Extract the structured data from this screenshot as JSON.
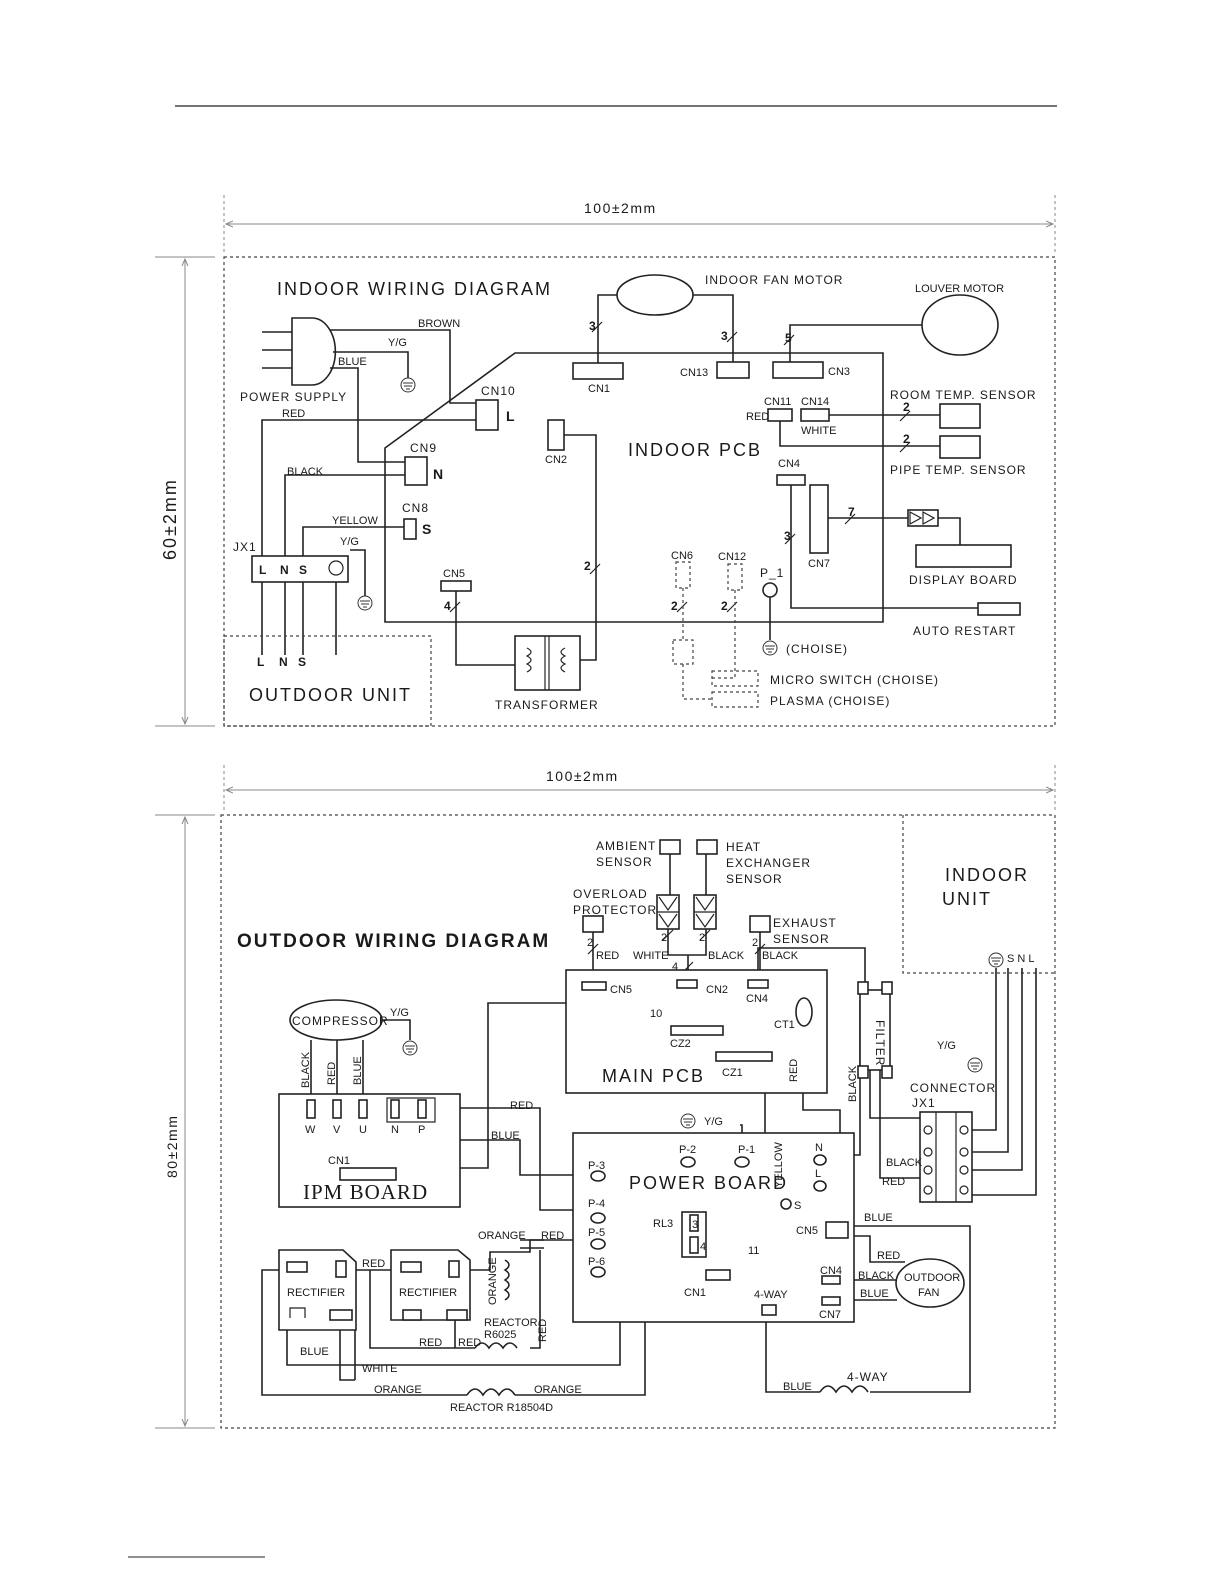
{
  "indoor": {
    "dim_width": "100±2mm",
    "dim_height": "60±2mm",
    "title": "INDOOR WIRING DIAGRAM",
    "fan_motor": "INDOOR FAN MOTOR",
    "louver_motor": "LOUVER MOTOR",
    "power_supply": "POWER SUPPLY",
    "pcb": "INDOOR PCB",
    "room_sensor": "ROOM TEMP. SENSOR",
    "pipe_sensor": "PIPE TEMP. SENSOR",
    "display_board": "DISPLAY BOARD",
    "auto_restart": "AUTO RESTART",
    "choise": "(CHOISE)",
    "micro_switch": "MICRO SWITCH (CHOISE)",
    "plasma": "PLASMA (CHOISE)",
    "transformer": "TRANSFORMER",
    "outdoor_unit": "OUTDOOR UNIT",
    "jx1": "JX1",
    "wires": {
      "brown": "BROWN",
      "yg": "Y/G",
      "blue": "BLUE",
      "red": "RED",
      "black": "BLACK",
      "yellow": "YELLOW",
      "white": "WHITE"
    },
    "connectors": {
      "cn1": "CN1",
      "cn13": "CN13",
      "cn3": "CN3",
      "cn10": "CN10",
      "cn9": "CN9",
      "cn8": "CN8",
      "cn2": "CN2",
      "cn11": "CN11",
      "cn14": "CN14",
      "cn4": "CN4",
      "cn7": "CN7",
      "cn5": "CN5",
      "cn6": "CN6",
      "cn12": "CN12",
      "p1": "P_1"
    },
    "terminals": {
      "l": "L",
      "n": "N",
      "s": "S"
    },
    "counts": {
      "fan_a": "3",
      "fan_b": "3",
      "louver": "5",
      "room": "2",
      "pipe": "2",
      "display": "7",
      "cn4": "3",
      "cn2": "2",
      "cn5": "4",
      "cn6": "2",
      "cn12": "2"
    }
  },
  "outdoor": {
    "dim_width": "100±2mm",
    "dim_height": "80±2mm",
    "title": "OUTDOOR WIRING DIAGRAM",
    "indoor_unit": [
      "INDOOR",
      "UNIT"
    ],
    "ambient_sensor": [
      "AMBIENT",
      "SENSOR"
    ],
    "heat_exchanger_sensor": [
      "HEAT",
      "EXCHANGER",
      "SENSOR"
    ],
    "overload_protector": [
      "OVERLOAD",
      "PROTECTOR"
    ],
    "exhaust_sensor": [
      "EXHAUST",
      "SENSOR"
    ],
    "main_pcb": "MAIN PCB",
    "power_board": "POWER BOARD",
    "ipm_board": "IPM BOARD",
    "compressor": "COMPRESSOR",
    "filter": "FILTER",
    "connector": [
      "CONNECTOR",
      "JX1"
    ],
    "outdoor_fan": [
      "OUTDOOR",
      "FAN"
    ],
    "rectifier": "RECTIFIER",
    "reactor_small": [
      "REACTOR",
      "R6025"
    ],
    "reactor_large": "REACTOR R18504D",
    "four_way": "4-WAY",
    "snl": "S N L",
    "wires": {
      "red": "RED",
      "white": "WHITE",
      "black": "BLACK",
      "blue": "BLUE",
      "yellow": "YELLOW",
      "orange": "ORANGE",
      "yg": "Y/G"
    },
    "connectors": {
      "cn5": "CN5",
      "cn2": "CN2",
      "cn4": "CN4",
      "ct1": "CT1",
      "cz2": "CZ2",
      "cz1": "CZ1",
      "cn1": "CN1",
      "cn7": "CN7",
      "rl3": "RL3",
      "p1": "P-1",
      "p2": "P-2",
      "p3": "P-3",
      "p4": "P-4",
      "p5": "P-5",
      "p6": "P-6",
      "n": "N",
      "l": "L",
      "s": "S"
    },
    "ipm_terminals": [
      "W",
      "V",
      "U",
      "N",
      "P"
    ],
    "relay_pins": [
      "3",
      "4"
    ],
    "counts": {
      "overload": "2",
      "ambient": "2",
      "heat": "2",
      "exhaust": "2",
      "sensors": "4",
      "ribbon": "10",
      "power": "11"
    }
  }
}
